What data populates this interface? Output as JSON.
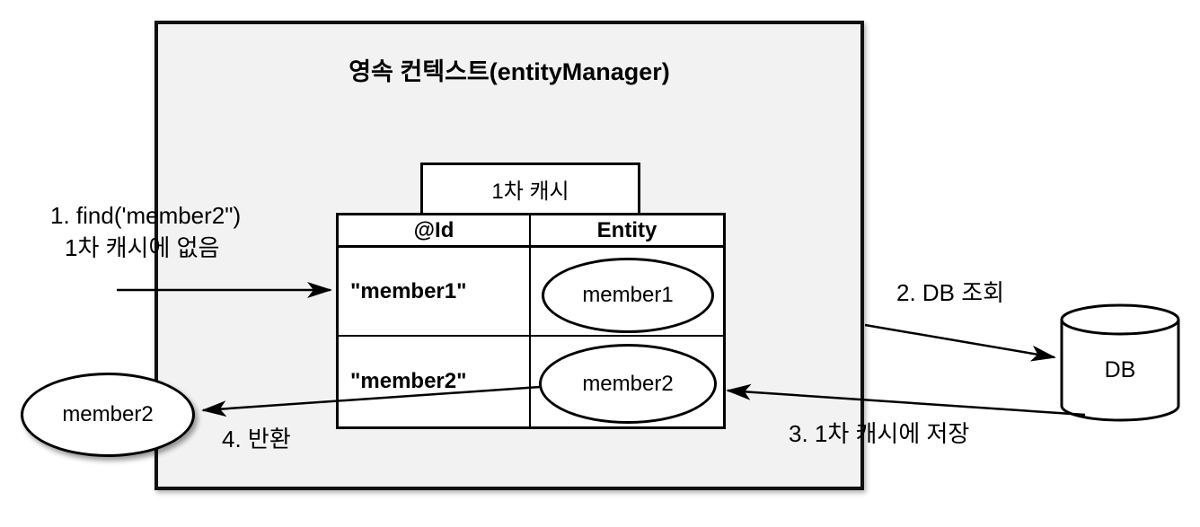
{
  "title": "영속 컨텍스트(entityManager)",
  "cache": {
    "label": "1차 캐시",
    "table": {
      "headers": [
        "@Id",
        "Entity"
      ],
      "rows": [
        {
          "id": "\"member1\"",
          "entity": "member1"
        },
        {
          "id": "\"member2\"",
          "entity": "member2"
        }
      ]
    }
  },
  "result_entity": {
    "label": "member2"
  },
  "db": {
    "label": "DB"
  },
  "steps": {
    "step1_line1": "1. find('member2\")",
    "step1_line2": "1차 캐시에 없음",
    "step2": "2. DB 조회",
    "step3": "3. 1차 캐시에 저장",
    "step4": "4. 반환"
  },
  "colors": {
    "container_bg": "#f2f2f2",
    "stroke": "#000000",
    "shape_fill": "#ffffff"
  }
}
